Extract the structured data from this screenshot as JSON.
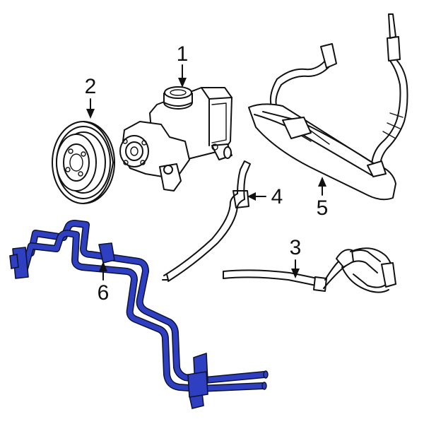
{
  "colors": {
    "background": "#ffffff",
    "line": "#111111",
    "highlight": "#2f3fc2",
    "highlight_outline": "#0d1330"
  },
  "callouts": [
    {
      "label": "1",
      "part": "power-steering-pump"
    },
    {
      "label": "2",
      "part": "pulley"
    },
    {
      "label": "3",
      "part": "return-hose"
    },
    {
      "label": "4",
      "part": "supply-hose"
    },
    {
      "label": "5",
      "part": "pressure-hose"
    },
    {
      "label": "6",
      "part": "cooler-line",
      "highlighted": true
    }
  ]
}
